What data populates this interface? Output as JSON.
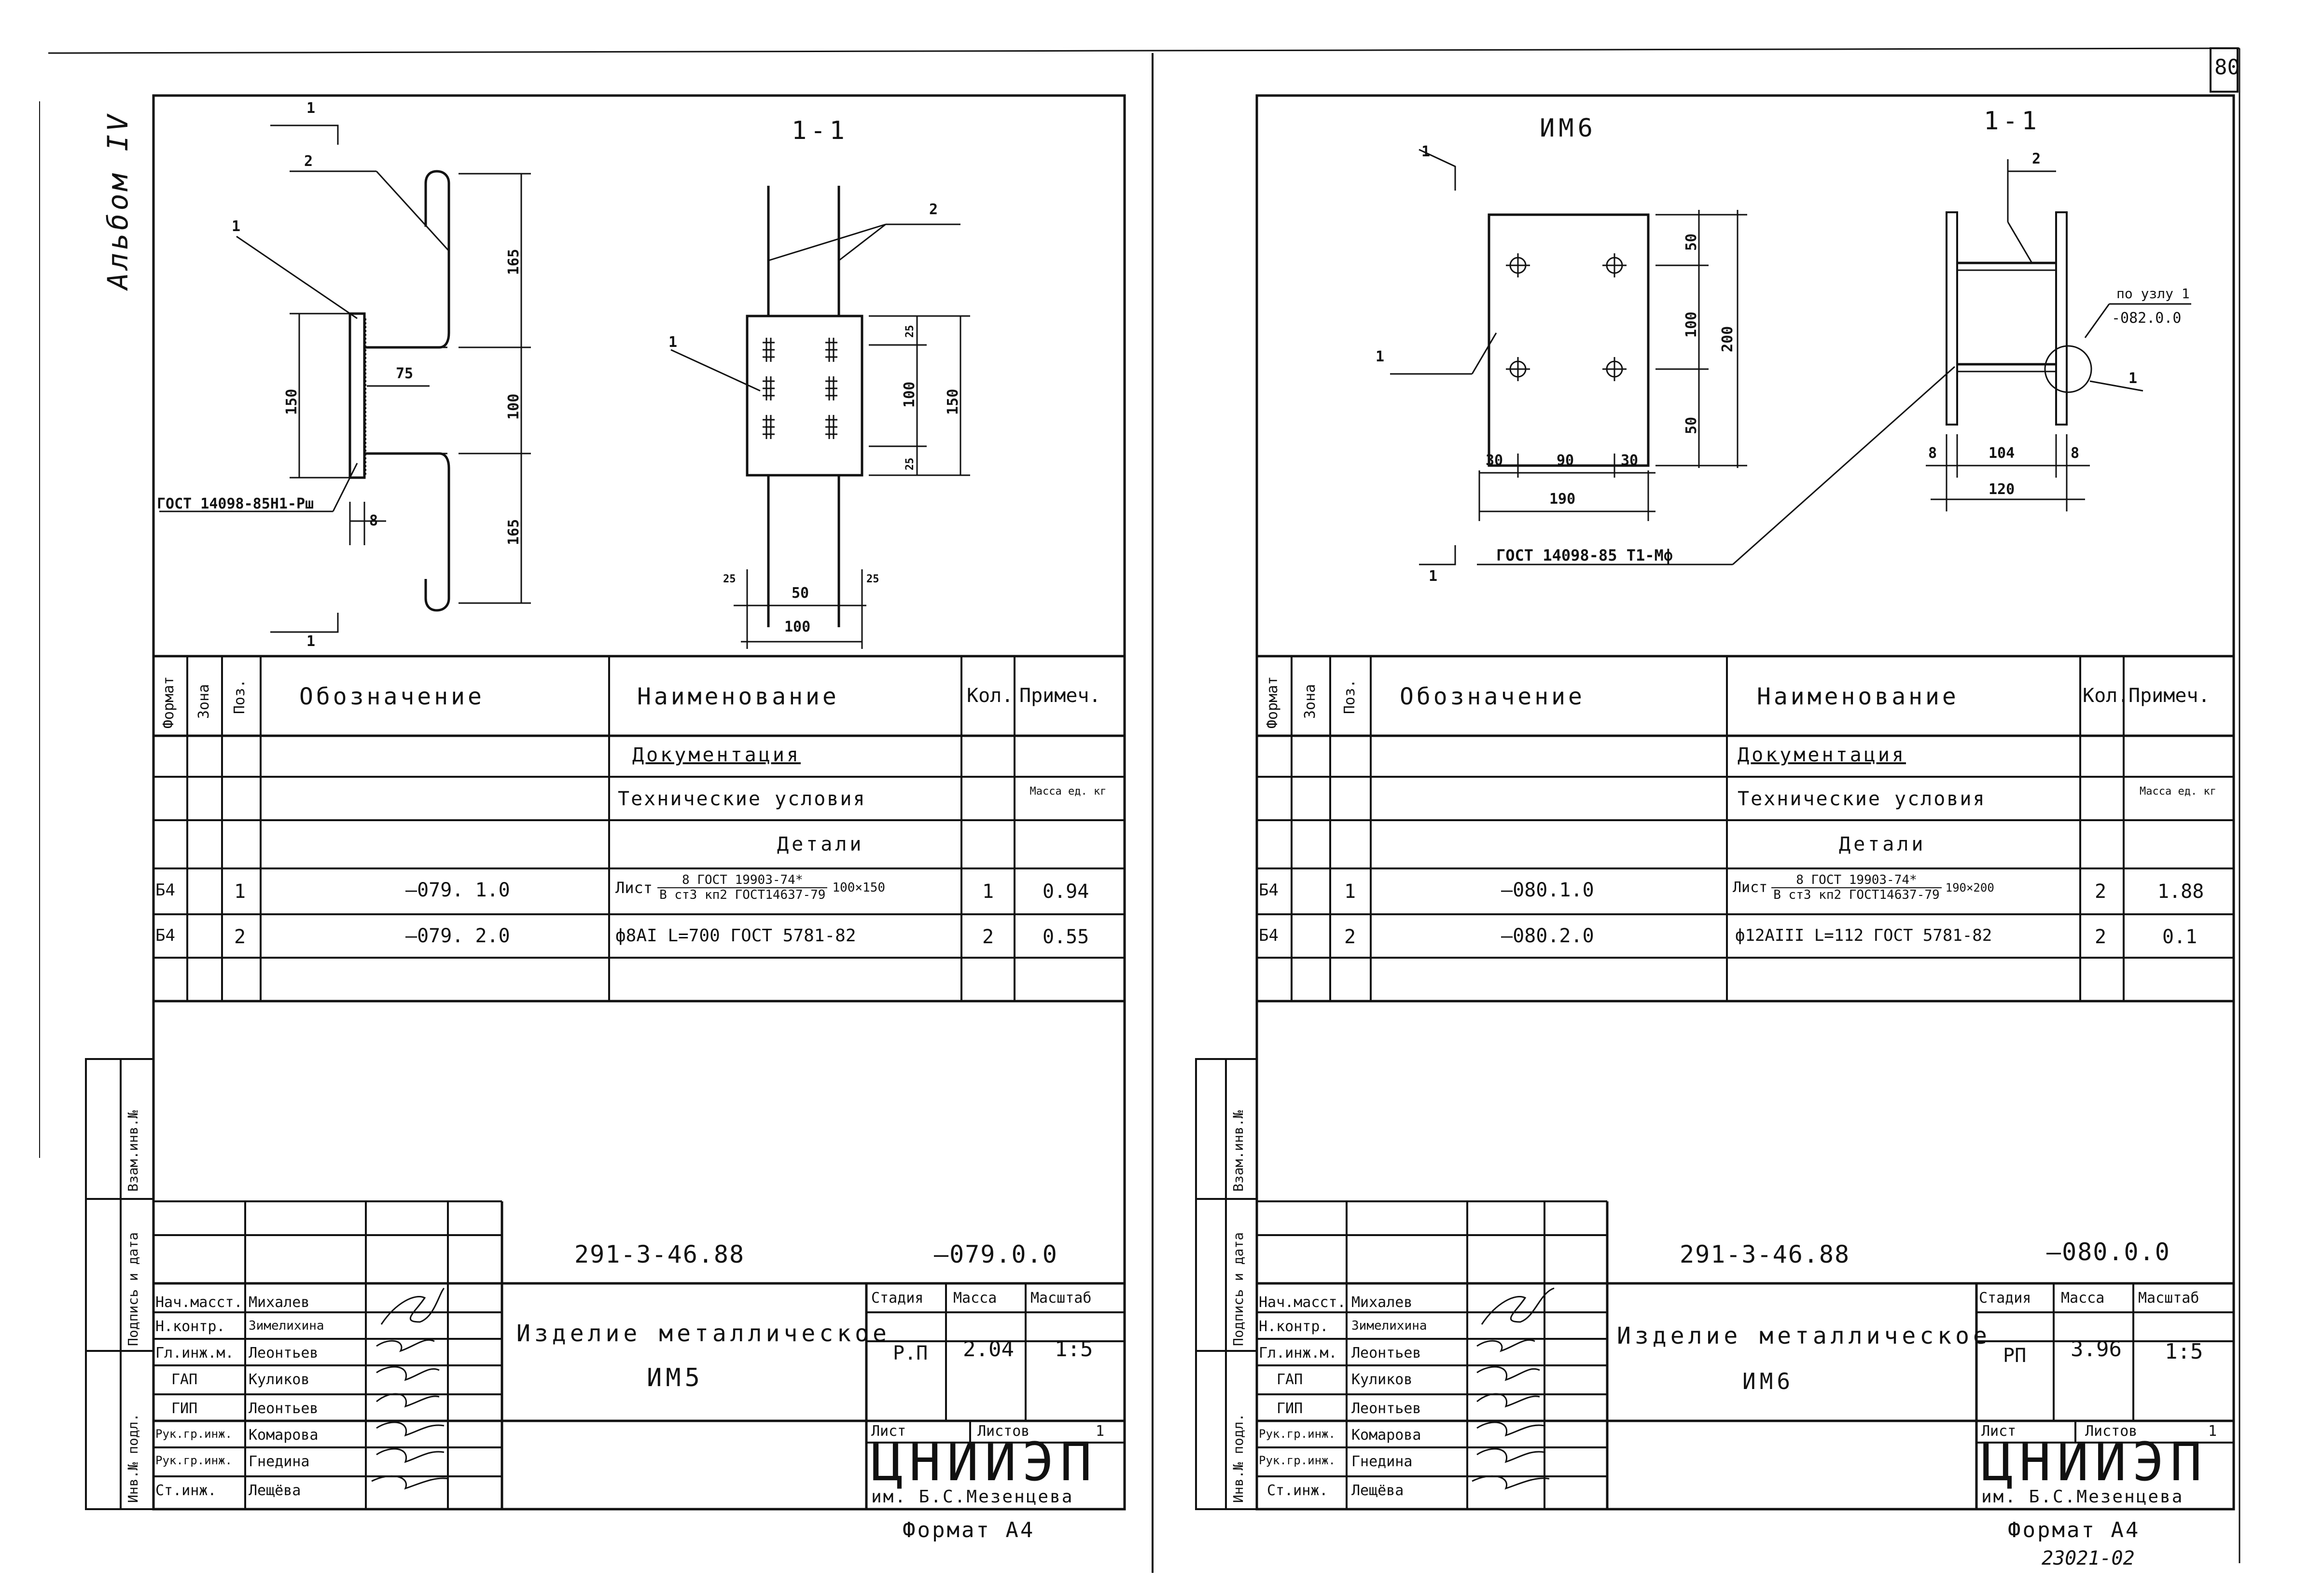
{
  "page_number": "80",
  "album_mark": "Альбом IV",
  "footer_note": "23021-02",
  "sheets": [
    {
      "id": "left",
      "section_label": "1-1",
      "cut_marks": [
        "1",
        "1"
      ],
      "drawing_a": {
        "callouts": [
          "1",
          "2"
        ],
        "dims": [
          "165",
          "100",
          "165",
          "150",
          "75",
          "8"
        ],
        "weld_note": "ГОСТ 14098-85Н1-Рш"
      },
      "drawing_b": {
        "callouts": [
          "1",
          "2"
        ],
        "dims": [
          "25",
          "100",
          "25",
          "150",
          "25",
          "50",
          "25",
          "100"
        ]
      },
      "table": {
        "headers": [
          "Формат",
          "Зона",
          "Поз.",
          "Обозначение",
          "Наименование",
          "Кол.",
          "Примеч."
        ],
        "section_doc": "Документация",
        "tech_conditions": "Технические условия",
        "mass_unit": "Масса ед. кг",
        "section_parts": "Детали",
        "rows": [
          {
            "format": "Б4",
            "pos": "1",
            "designation": "—079. 1.0",
            "name_prefix": "Лист",
            "name_num": "8 ГОСТ 19903-74*",
            "name_den": "В ст3 кп2 ГОСТ14637-79",
            "name_suffix": "100×150",
            "qty": "1",
            "note": "0.94"
          },
          {
            "format": "Б4",
            "pos": "2",
            "designation": "—079. 2.0",
            "name_prefix": "ф8АI L=700 ГОСТ 5781-82",
            "name_num": "",
            "name_den": "",
            "name_suffix": "",
            "qty": "2",
            "note": "0.55"
          }
        ]
      },
      "side_stamps": [
        "Взам.инв.№",
        "Подпись и дата",
        "Инв.№ подл."
      ],
      "title_block": {
        "doc_code": "291-3-46.88",
        "doc_num": "—079.0.0",
        "product_name": "Изделие металлическое",
        "product_mark": "ИМ5",
        "stage_label": "Стадия",
        "mass_label": "Масса",
        "scale_label": "Масштаб",
        "stage": "Р.П",
        "mass": "2.04",
        "scale": "1:5",
        "sheet_label": "Лист",
        "sheets_label": "Листов",
        "sheets_value": "1",
        "org": "ЦНИИЭП",
        "org_sub": "им. Б.С.Мезенцева",
        "format": "Формат А4",
        "roles": [
          "Нач.масст.",
          "Н.контр.",
          "Гл.инж.м.",
          "ГАП",
          "ГИП",
          "Рук.гр.инж.",
          "Рук.гр.инж.",
          "Ст.инж."
        ],
        "names": [
          "Михалев",
          "Зимелихина",
          "Леонтьев",
          "Куликов",
          "Леонтьев",
          "Комарова",
          "Гнедина",
          "Лещёва"
        ]
      }
    },
    {
      "id": "right",
      "mark_label": "ИМ6",
      "section_label": "1-1",
      "cut_marks": [
        "1",
        "1"
      ],
      "drawing_a": {
        "callouts": [
          "1"
        ],
        "dims": [
          "50",
          "100",
          "50",
          "200",
          "30",
          "90",
          "30",
          "190"
        ],
        "weld_note": "ГОСТ 14098-85 Т1-Мф"
      },
      "drawing_b": {
        "callouts": [
          "2",
          "1"
        ],
        "dims": [
          "8",
          "104",
          "8",
          "120"
        ],
        "node_note_1": "по узлу 1",
        "node_note_2": "-082.0.0"
      },
      "table": {
        "headers": [
          "Формат",
          "Зона",
          "Поз.",
          "Обозначение",
          "Наименование",
          "Кол.",
          "Примеч."
        ],
        "section_doc": "Документация",
        "tech_conditions": "Технические условия",
        "mass_unit": "Масса ед. кг",
        "section_parts": "Детали",
        "rows": [
          {
            "format": "Б4",
            "pos": "1",
            "designation": "—080.1.0",
            "name_prefix": "Лист",
            "name_num": "8 ГОСТ 19903-74*",
            "name_den": "В ст3 кп2 ГОСТ14637-79",
            "name_suffix": "190×200",
            "qty": "2",
            "note": "1.88"
          },
          {
            "format": "Б4",
            "pos": "2",
            "designation": "—080.2.0",
            "name_prefix": "ф12АIII L=112 ГОСТ 5781-82",
            "name_num": "",
            "name_den": "",
            "name_suffix": "",
            "qty": "2",
            "note": "0.1"
          }
        ]
      },
      "side_stamps": [
        "Взам.инв.№",
        "Подпись и дата",
        "Инв.№ подл."
      ],
      "title_block": {
        "doc_code": "291-3-46.88",
        "doc_num": "—080.0.0",
        "product_name": "Изделие металлическое",
        "product_mark": "ИМ6",
        "stage_label": "Стадия",
        "mass_label": "Масса",
        "scale_label": "Масштаб",
        "stage": "РП",
        "mass": "3.96",
        "scale": "1:5",
        "sheet_label": "Лист",
        "sheets_label": "Листов",
        "sheets_value": "1",
        "org": "ЦНИИЭП",
        "org_sub": "им. Б.С.Мезенцева",
        "format": "Формат А4",
        "roles": [
          "Нач.масст.",
          "Н.контр.",
          "Гл.инж.м.",
          "ГАП",
          "ГИП",
          "Рук.гр.инж.",
          "Рук.гр.инж.",
          "Ст.инж."
        ],
        "names": [
          "Михалев",
          "Зимелихина",
          "Леонтьев",
          "Куликов",
          "Леонтьев",
          "Комарова",
          "Гнедина",
          "Лещёва"
        ]
      }
    }
  ]
}
